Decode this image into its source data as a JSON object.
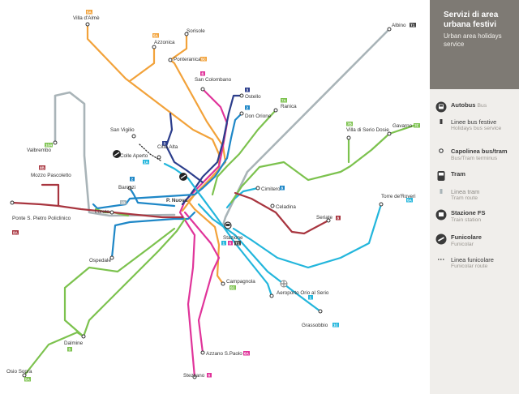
{
  "legend": {
    "title": "Servizi di area urbana festivi",
    "subtitle": "Urban area holidays service",
    "items": {
      "autobus": {
        "label": "Autobus",
        "sub": "Bus"
      },
      "linee_bus": {
        "label": "Linee bus festive",
        "sub": "Holidays bus service"
      },
      "capolinea": {
        "label": "Capolinea bus/tram",
        "sub": "Bus/Tram terminus"
      },
      "tram": {
        "label": "Tram"
      },
      "linea_tram": {
        "label": "Linea tram",
        "sub": "Tram route"
      },
      "stazione": {
        "label": "Stazione FS",
        "sub": "Train station"
      },
      "funicolare": {
        "label": "Funicolare",
        "sub": "Funicolar"
      },
      "linea_funicolare": {
        "label": "Linea funicolare",
        "sub": "Funicolar route"
      }
    }
  },
  "colors": {
    "orange": "#f2a23a",
    "magenta": "#e0349a",
    "navy": "#2c3e8c",
    "blue": "#1e87c7",
    "cyan": "#23b6dc",
    "green": "#7cc24e",
    "grey": "#a9b4b8",
    "red": "#a8353f",
    "panel_bg": "#f0eeeb",
    "panel_head": "#7e7a74"
  },
  "stops": {
    "villa_dalme": "Villa d'Almè",
    "sorisole": "Sorisole",
    "azzonica": "Azzonica",
    "ponteranica": "Ponteranica",
    "albino": "Albino",
    "san_colombano": "San Colombano",
    "ostello": "Ostello",
    "ranica": "Ranica",
    "don_orione": "Don Orione",
    "villa_di_serio": "Villa di Serio Dosie",
    "gavarno": "Gavarno",
    "san_vigilio": "San Vigilio",
    "colle_aperto": "Colle Aperto",
    "citta_alta": "Città Alta",
    "valbrembo": "Valbrembo",
    "mozzo": "Mozzo Pascoletto",
    "cimitero": "Cimitero",
    "celadina": "Celadina",
    "torre_de_roveri": "Torre de'Roveri",
    "barozzi": "Barozzi",
    "loreto": "Loreto",
    "p_nuova": "P. Nuova",
    "seriate": "Seriate",
    "ponte_san_pietro": "Ponte S. Pietro Policlinico",
    "stazione": "Stazione",
    "ospedale": "Ospedale",
    "campagnola": "Campagnola",
    "aeroporto": "Aeroporto Orio al Serio",
    "grassobbio": "Grassobbio",
    "dalmine": "Dalmine",
    "osio_sopra": "Osio Sopra",
    "azzano": "Azzano S.Paolo",
    "stezzano": "Stezzano"
  },
  "badges": {
    "b_villa": "5A",
    "b_azzonica": "5A",
    "b_ponteranica": "5C",
    "b_albino": "T1",
    "b_colombano": "6",
    "b_ostello": "3",
    "b_ranica": "7A",
    "b_donorione": "2",
    "b_villaserio": "7B",
    "b_gavarno": "7F",
    "b_cittaalta": "3",
    "b_colleaperto": "1A",
    "b_valbrembo": "10A",
    "b_mozzo": "8B",
    "b_cimitero": "8",
    "b_torre": "5A",
    "b_barozzi": "2",
    "b_loreto": "10",
    "b_seriate": "8",
    "b_ponte": "8A",
    "b_staz1": "1",
    "b_staz2": "6",
    "b_staz3": "T1",
    "b_campagnola": "5C",
    "b_aeroporto": "1",
    "b_grassobbio": "1C",
    "b_dalmine": "5",
    "b_osio": "5A",
    "b_azzano": "6A",
    "b_stezzano": "6"
  }
}
